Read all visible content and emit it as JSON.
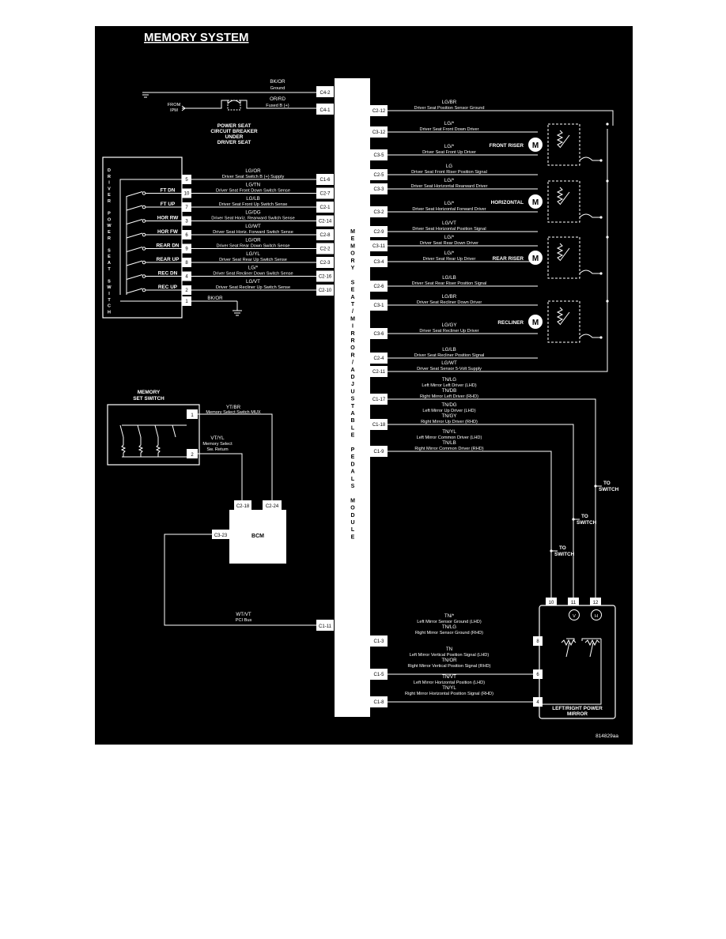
{
  "title": "MEMORY SYSTEM",
  "figure_id": "814829aa",
  "module_vertical": [
    "M",
    "E",
    "M",
    "O",
    "R",
    "Y",
    "",
    "S",
    "E",
    "A",
    "T",
    "/",
    "M",
    "I",
    "R",
    "R",
    "O",
    "R",
    "/",
    "A",
    "D",
    "J",
    "U",
    "S",
    "T",
    "A",
    "B",
    "L",
    "E",
    "",
    "P",
    "E",
    "D",
    "A",
    "L",
    "S",
    "",
    "M",
    "O",
    "D",
    "U",
    "L",
    "E"
  ],
  "switch_vertical": [
    "D",
    "R",
    "I",
    "V",
    "E",
    "R",
    "",
    "P",
    "O",
    "W",
    "E",
    "R",
    "",
    "S",
    "E",
    "A",
    "T",
    "",
    "S",
    "W",
    "I",
    "T",
    "C",
    "H"
  ],
  "top_wires": [
    {
      "pin": "C4-2",
      "code": "BK/OR",
      "text": "Ground"
    },
    {
      "pin": "C4-1",
      "code": "OR/RD",
      "text": "Fused B (+)"
    }
  ],
  "ipm_label": [
    "FROM",
    "IPM"
  ],
  "breaker_label": [
    "POWER SEAT",
    "CIRCUIT BREAKER",
    "UNDER",
    "DRIVER SEAT"
  ],
  "left_wires": [
    {
      "sw_pin": "5",
      "pin": "C1-6",
      "code": "LG/OR",
      "text": "Driver Seat Switch B (+) Supply"
    },
    {
      "sw_pin": "10",
      "pin": "C2-7",
      "code": "LG/TN",
      "text": "Driver Seat Front Down Switch Sense"
    },
    {
      "sw_pin": "7",
      "pin": "C2-1",
      "code": "LG/LB",
      "text": "Driver Seat Front Up Switch Sense"
    },
    {
      "sw_pin": "3",
      "pin": "C2-14",
      "code": "LG/DG",
      "text": "Driver Seat Horiz. Rearward Switch Sense"
    },
    {
      "sw_pin": "6",
      "pin": "C2-8",
      "code": "LG/WT",
      "text": "Driver Seat Horiz. Forward Switch Sense"
    },
    {
      "sw_pin": "9",
      "pin": "C2-2",
      "code": "LG/OR",
      "text": "Driver Seat Rear Down Switch Sense"
    },
    {
      "sw_pin": "8",
      "pin": "C2-3",
      "code": "LG/YL",
      "text": "Driver Seat Rear Up Switch Sense"
    },
    {
      "sw_pin": "4",
      "pin": "C2-16",
      "code": "LG/*",
      "text": "Driver Seat Recliner Down Switch Sense"
    },
    {
      "sw_pin": "2",
      "pin": "C2-10",
      "code": "LG/VT",
      "text": "Driver Seat Recliner Up Switch Sense"
    }
  ],
  "switch_labels": [
    "FT DN",
    "FT UP",
    "HOR RW",
    "HOR FW",
    "REAR DN",
    "REAR UP",
    "REC DN",
    "REC UP"
  ],
  "switch_ground": {
    "sw_pin": "1",
    "code": "BK/OR"
  },
  "right_wires": [
    {
      "pin": "C2-12",
      "code": "LG/BR",
      "text": "Driver Seat Position Sensor Ground"
    },
    {
      "pin": "C3-12",
      "code": "LG/*",
      "text": "Driver Seat Front Down Driver"
    },
    {
      "pin": "C3-5",
      "code": "LG/*",
      "text": "Driver Seat Front Up Driver"
    },
    {
      "pin": "C2-5",
      "code": "LG",
      "text": "Driver Seat Front Riser Position Signal"
    },
    {
      "pin": "C3-3",
      "code": "LG/*",
      "text": "Driver Seat Horizontal Rearward Driver"
    },
    {
      "pin": "C3-2",
      "code": "LG/*",
      "text": "Driver Seat Horizontal Forward Driver"
    },
    {
      "pin": "C2-9",
      "code": "LG/VT",
      "text": "Driver Seat Horizontal Position Signal"
    },
    {
      "pin": "C3-11",
      "code": "LG/*",
      "text": "Driver Seat Rear Down Driver"
    },
    {
      "pin": "C3-4",
      "code": "LG/*",
      "text": "Driver Seat Rear Up Driver"
    },
    {
      "pin": "C2-6",
      "code": "LG/LB",
      "text": "Driver Seat Rear Riser Position Signal"
    },
    {
      "pin": "C3-1",
      "code": "LG/BR",
      "text": "Driver Seat Recliner Down Driver"
    },
    {
      "pin": "C3-6",
      "code": "LG/GY",
      "text": "Driver Seat Recliner Up Driver"
    },
    {
      "pin": "C2-4",
      "code": "LG/LB",
      "text": "Driver Seat Recliner Position Signal"
    },
    {
      "pin": "C2-11",
      "code": "LG/WT",
      "text": "Driver Seat Sensor 5-Volt Supply"
    }
  ],
  "motors": [
    "FRONT RISER",
    "HORIZONTAL",
    "REAR RISER",
    "RECLINER"
  ],
  "mirror_top": [
    {
      "codes": [
        "TN/LG",
        "TN/DB"
      ],
      "texts": [
        "Left Mirror Left Driver (LHD)",
        "Right Mirror Left Driver (RHD)"
      ],
      "pin": "C1-17"
    },
    {
      "codes": [
        "TN/DG",
        "TN/GY"
      ],
      "texts": [
        "Left Mirror Up Driver (LHD)",
        "Right Mirror Up Driver (RHD)"
      ],
      "pin": "C1-18"
    },
    {
      "codes": [
        "TN/YL",
        "TN/LB"
      ],
      "texts": [
        "Left Mirror Common Driver (LHD)",
        "Right Mirror Common Driver (RHD)"
      ],
      "pin": "C1-9"
    }
  ],
  "to_switch": [
    "TO",
    "SWITCH"
  ],
  "memory_switch": {
    "title": [
      "MEMORY",
      "SET SWITCH"
    ],
    "pins": [
      "1",
      "2"
    ]
  },
  "memory_wires": [
    {
      "code": "YT/BR",
      "text": "Memory Select Switch MUX",
      "bcm_pin": "C2-24"
    },
    {
      "code": "VT/YL",
      "text": [
        "Memory Select",
        "Sw. Return"
      ],
      "bcm_pin": "C2-18"
    }
  ],
  "bcm": {
    "label": "BCM",
    "pin": "C3-23"
  },
  "pci": {
    "code": "WT/VT",
    "text": "PCI Bus",
    "pin": "C1-11"
  },
  "mirror_bottom": [
    {
      "codes": [
        "TN/*",
        "TN/LG"
      ],
      "texts": [
        "Left Mirror Sensor Ground (LHD)",
        "Right Mirror Sensor Ground (RHD)"
      ],
      "pin": "C1-3",
      "mpin": "8"
    },
    {
      "codes": [
        "TN",
        "TN/OR"
      ],
      "texts": [
        "Left Mirror Vertical Position Signal (LHD)",
        "Right Mirror Vertical Position Signal (RHD)"
      ],
      "pin": "C1-5",
      "mpin": "6"
    },
    {
      "codes": [
        "TN/VT",
        "TN/YL"
      ],
      "texts": [
        "Left Mirror Horizontal Position (LHD)",
        "Right Mirror Horizontal Position Signal (RHD)"
      ],
      "pin": "C1-8",
      "mpin": "4"
    }
  ],
  "mirror": {
    "label": [
      "LEFT/RIGHT POWER",
      "MIRROR"
    ],
    "top_pins": [
      "10",
      "11",
      "12"
    ],
    "motors": [
      "V",
      "H"
    ]
  }
}
